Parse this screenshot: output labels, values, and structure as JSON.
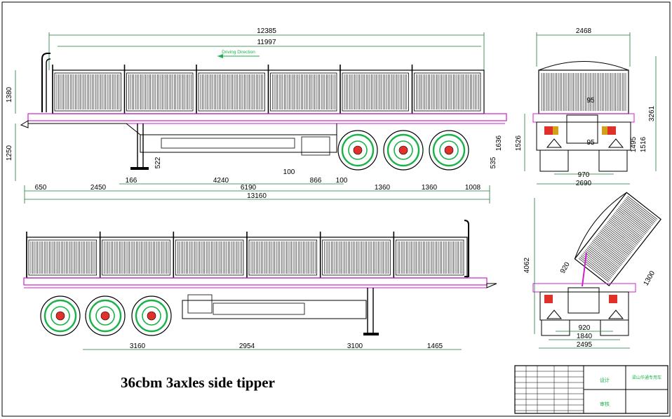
{
  "title": "36cbm 3axles side tipper",
  "driving_direction": "Driving Direction",
  "colors": {
    "outline": "#000000",
    "frame": "#cc22cc",
    "wheel": "#19b24a",
    "hub": "#e0302a",
    "dimension": "#1f7a3a",
    "sign": "#d4a017"
  },
  "side_view": {
    "dims_top": [
      "12385",
      "11997"
    ],
    "dims_left": [
      "1380",
      "1250"
    ],
    "dims_mid": [
      "522",
      "166",
      "4240",
      "100",
      "866",
      "100",
      "535"
    ],
    "dims_bottom": [
      "650",
      "2450",
      "6190",
      "1360",
      "1360",
      "1008"
    ],
    "total": "13160",
    "dim_right": "1636"
  },
  "rear_view": {
    "width_top": "2468",
    "height": "3261",
    "left": "1526",
    "inner": [
      "1495",
      "1516"
    ],
    "small": [
      "95",
      "95"
    ],
    "track": "970",
    "bottom": "2690"
  },
  "lower_view": {
    "dims": [
      "3160",
      "2954",
      "3100",
      "1465"
    ]
  },
  "tipped_view": {
    "height": "4062",
    "dims": [
      "920",
      "1300",
      "920",
      "1840",
      "2495"
    ]
  },
  "title_block": {
    "label_a": "设计",
    "label_b": "审核",
    "company": "梁山华通专用车"
  }
}
